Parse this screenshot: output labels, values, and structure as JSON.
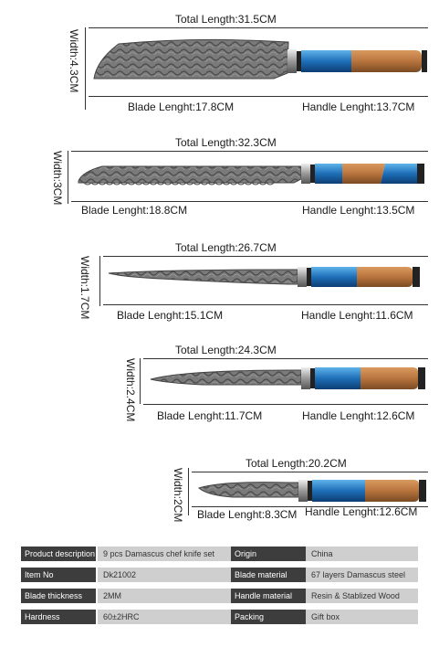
{
  "knives": [
    {
      "total": "Total Length:31.5CM",
      "width": "Width:4.3CM",
      "blade": "Blade Lenght:17.8CM",
      "handle": "Handle Lenght:13.7CM"
    },
    {
      "total": "Total Length:32.3CM",
      "width": "Width:3CM",
      "blade": "Blade Lenght:18.8CM",
      "handle": "Handle Lenght:13.5CM"
    },
    {
      "total": "Total Length:26.7CM",
      "width": "Width:1.7CM",
      "blade": "Blade Lenght:15.1CM",
      "handle": "Handle Lenght:11.6CM"
    },
    {
      "total": "Total Length:24.3CM",
      "width": "Width:2.4CM",
      "blade": "Blade Lenght:11.7CM",
      "handle": "Handle Lenght:12.6CM"
    },
    {
      "total": "Total Length:20.2CM",
      "width": "Width:2CM",
      "blade": "Blade Lenght:8.3CM",
      "handle": "Handle Lenght:12.6CM"
    }
  ],
  "specs": [
    {
      "k1": "Product description",
      "v1": "9 pcs Damascus chef knife set",
      "k2": "Origin",
      "v2": "China"
    },
    {
      "k1": "Item No",
      "v1": "Dk21002",
      "k2": "Blade material",
      "v2": "67 layers Damascus steel"
    },
    {
      "k1": "Blade thickness",
      "v1": "2MM",
      "k2": "Handle material",
      "v2": "Resin & Stablized Wood"
    },
    {
      "k1": "Hardness",
      "v1": "60±2HRC",
      "k2": "Packing",
      "v2": "Gift box"
    }
  ],
  "colors": {
    "resin": "#1e6fb8",
    "wood": "#b8743e",
    "steel": "#6e6e6e"
  }
}
